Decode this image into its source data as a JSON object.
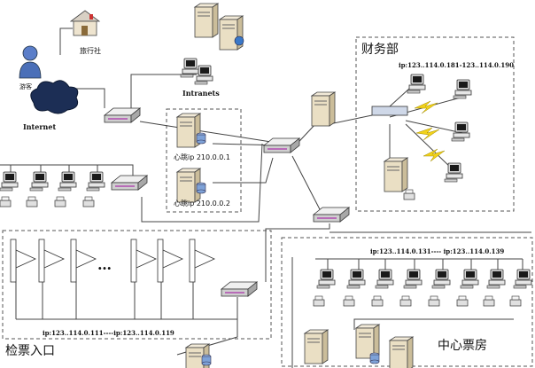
{
  "diagram": {
    "regions": {
      "finance": {
        "title": "财务部",
        "ip_range": "ip:123..114.0.181-123..114.0.190"
      },
      "gate": {
        "title": "检票入口",
        "ip_range": "ip:123..114.0.111----ip:123..114.0.119",
        "ellipsis": "…"
      },
      "center": {
        "title": "中心票房",
        "ip_range": "ip:123..114.0.131---- ip:123..114.0.139"
      }
    },
    "nodes": {
      "travel_agency": "旅行社",
      "tourist": "游客",
      "internet": "Internet",
      "intranets": "Intranets",
      "heartbeat1": "心跳ip 210.0.0.1",
      "heartbeat2": "心跳ip 210.0.0.2"
    }
  }
}
